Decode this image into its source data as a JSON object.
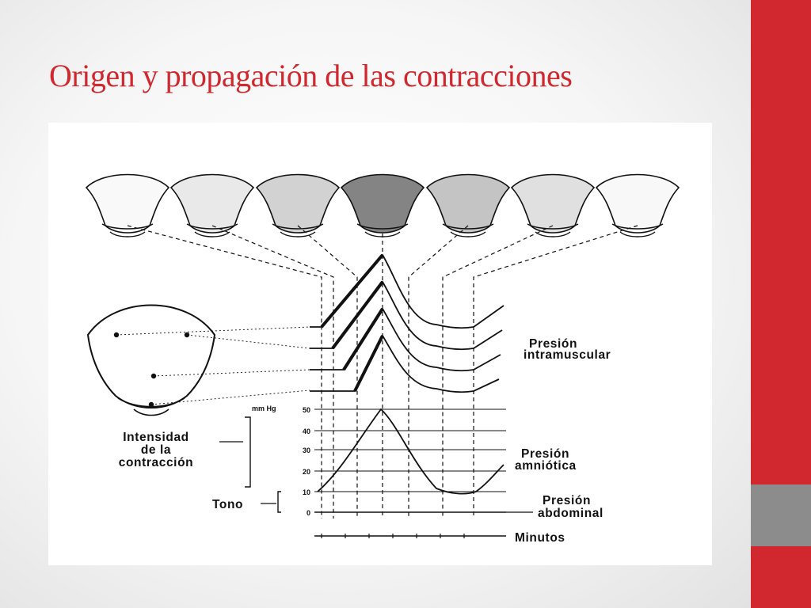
{
  "slide": {
    "title": "Origen y propagación de las contracciones",
    "colors": {
      "accent_red": "#d0282e",
      "sidebar_gray": "#8c8c8c",
      "ink": "#111111",
      "background": "#ececec"
    }
  },
  "figure": {
    "labels": {
      "presion_intramuscular": [
        "Presión",
        "intramuscular"
      ],
      "intensidad": [
        "Intensidad",
        "de la",
        "contracción"
      ],
      "mm_hg": "mm Hg",
      "presion_amniotica": [
        "Presión",
        "amniótica"
      ],
      "tono": "Tono",
      "presion_abdominal": [
        "Presión",
        "abdominal"
      ],
      "minutos": "Minutos"
    },
    "pressure_scale": [
      "50",
      "40",
      "30",
      "20",
      "10",
      "0"
    ]
  }
}
